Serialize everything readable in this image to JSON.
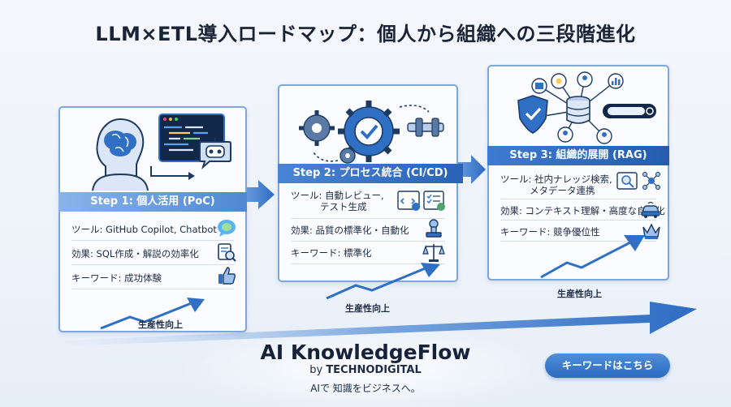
{
  "title": "LLM×ETL導入ロードマップ：個人から組織への三段階進化",
  "step1": {
    "header": "Step 1: 個人活用 (PoC)",
    "tool": "ツール: GitHub Copilot, Chatbot",
    "effect": "効果: SQL作成・解説の効率化",
    "keyword": "キーワード: 成功体験",
    "growth": "生産性向上"
  },
  "step2": {
    "header": "Step 2: プロセス統合 (CI/CD)",
    "tool_line1": "ツール: 自動レビュー,",
    "tool_line2": "テスト生成",
    "effect": "効果: 品質の標準化・自動化",
    "keyword": "キーワード: 標準化",
    "growth": "生産性向上"
  },
  "step3": {
    "header": "Step 3: 組織的展開 (RAG)",
    "tool_line1": "ツール: 社内ナレッジ検索,",
    "tool_line2": "メタデータ連携",
    "effect": "効果: コンテキスト理解・高度な自律化",
    "keyword": "キーワード: 競争優位性",
    "growth": "生産性向上"
  },
  "brand": {
    "name": "AI KnowledgeFlow",
    "by": "by",
    "company": "TECHNODIGITAL",
    "tagline": "AIで 知識をビジネスへ。"
  },
  "button": {
    "label": "キーワードはこちら"
  },
  "colors": {
    "accent": "#2f6fc4",
    "panel_border": "#7ea6dc",
    "bar_light": "#6b9ee0",
    "bar_dark": "#2a63b6"
  },
  "icons": [
    "brain-head-icon",
    "code-window-icon",
    "robot-icon",
    "gears-icon",
    "check-icon",
    "pipeline-icon",
    "shield-icon",
    "database-icon",
    "network-icon",
    "search-bar-icon",
    "chat-bubble-icon",
    "search-doc-icon",
    "thumbs-up-icon",
    "scales-icon",
    "stamp-icon",
    "car-icon",
    "crown-icon",
    "growth-arrow-icon"
  ]
}
